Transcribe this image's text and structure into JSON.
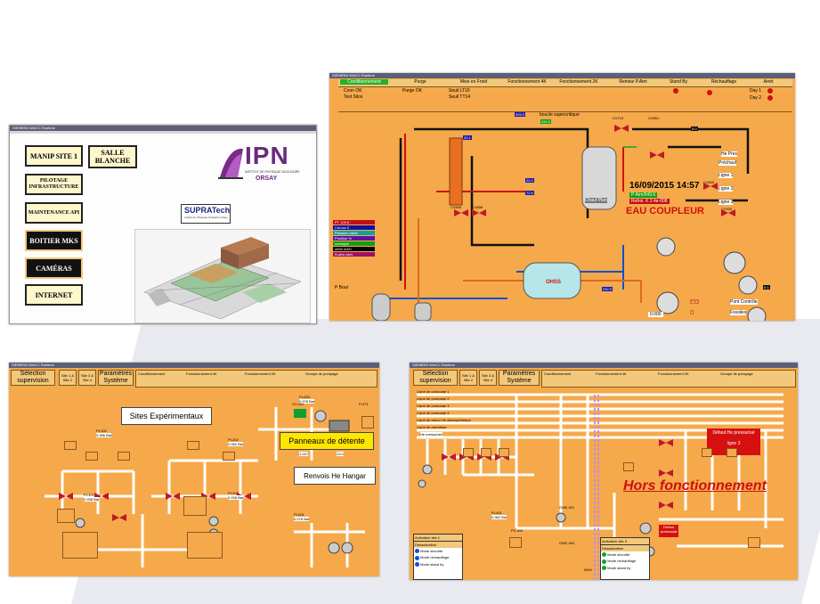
{
  "colors": {
    "panel": "#f6a94a",
    "header": "#f3c87a",
    "title_bar": "#5b5f78",
    "value_box": "#1a1aa8",
    "pipe": "#111111",
    "valve": "#c0182a",
    "hors": "#cc1111"
  },
  "screen_ipn": {
    "title": "SIEMENS WinCC Runtime",
    "nav": [
      "MANIP SITE 1",
      "SALLE BLANCHE",
      "PILOTAGE INFRASTRUCTURE",
      "MAINTENANCE API",
      "BOITIER MKS",
      "CAMÉRAS",
      "INTERNET"
    ],
    "ipn_logo": "IPN",
    "ipn_text": "INSTITUT DE PHYSIQUE NUCLÉAIRE",
    "orsay": "ORSAY",
    "supra": "SUPRATech",
    "supra_sub": "Institut de Physique Nucléaire Orsay"
  },
  "screen_coupleur": {
    "title": "SIEMENS WinCC Runtime",
    "headers": [
      "Conditionnement",
      "Purge",
      "Mise en Froid",
      "Fonctionnement 4K",
      "Fonctionnement 2K",
      "Remise P.Atm",
      "Stand By",
      "Réchauffage",
      "Arret"
    ],
    "left_labels": [
      "Conn OK",
      "Test Silos",
      "Purge OK",
      "Seuil LT10",
      "Seuil TT14"
    ],
    "legend": [
      "PT 100 K",
      "Cernox K",
      "Pression mbar",
      "Position %",
      "consigne",
      "debit m3/h",
      "N.abs mb/s"
    ],
    "date": "16/09/2015 14:57",
    "patm": "P Atm/949.6",
    "refbas": "Refroi. K 2.4e-008",
    "eau": "EAU COUPLEUR",
    "chauf": "Chauf Plan",
    "bouche": "boucle supercritique",
    "ohss": "OHSS",
    "lines": [
      "Ligne 1",
      "Ligne 2",
      "Ligne 3",
      "He Pres",
      "Préchauf"
    ],
    "valves": [
      "CV710",
      "CV801",
      "CV806",
      "CV808",
      "CV830",
      "CV920"
    ],
    "bottom_left": "P Bout",
    "bottom_val": "0.000",
    "right_labels": [
      "Pont Contrôle",
      "Fossiles"
    ],
    "values": [
      "11.5",
      "0",
      "925.9",
      "20.1",
      "22.0",
      "72.6",
      "0.0",
      "0.1",
      "950.5",
      "292.9"
    ],
    "day": [
      "Day 1",
      "Day 2"
    ]
  },
  "screen_sites": {
    "title": "SIEMENS WinCC Runtime",
    "btn_selection": "Sélection supervision",
    "btn_site12": "Site 1 & Site 2",
    "btn_site34": "Site 3 & Site 4",
    "btn_params": "Paramètres Système",
    "headers": [
      "Conditionnement",
      "Fonctionnement 4K",
      "Fonctionnement 2K",
      "Groupe de pompage"
    ],
    "sites_exp": "Sites Expérimentaux",
    "panneaux": "Panneaux de détente",
    "renvois": "Renvois He Hangar",
    "pressures": [
      "PI-102",
      "0.986 Bar",
      "PI-202",
      "0.952 Bar",
      "PI-203",
      "0.936 Bar",
      "PI-101",
      "0.938 Bar",
      "PI-025",
      "0.978 Bar",
      "1.027",
      "13.0",
      "PI-001",
      "0.078 Bar"
    ],
    "tags": [
      "CV-001",
      "P-071",
      "PI-901",
      "PI-851",
      "FI-003"
    ]
  },
  "screen_hors": {
    "title": "SIEMENS WinCC Runtime",
    "btn_selection": "Sélection supervision",
    "btn_site12": "Site 1 & Site 2",
    "btn_site34": "Site 3 & Site 4",
    "btn_params": "Paramètres Système",
    "headers": [
      "Conditionnement",
      "Fonctionnement 4K",
      "Fonctionnement 2K",
      "Groupe de pompage"
    ],
    "lines": [
      "Ligne de pompage 1",
      "Ligne de pompage 2",
      "Ligne de pompage 3",
      "Ligne de pompage 4",
      "Ligne de retour He atmosphérique",
      "Ligne de préréfrige",
      "He pressurisé"
    ],
    "hors": "Hors fonctionnement",
    "defaut": "Défaut He pressurisé",
    "ligne3": "ligne 3",
    "defaut2": "Défaut pressostat",
    "modes": [
      "Mode sécurité",
      "Mode réchauffage",
      "Mode stand by"
    ],
    "activation": "Activation site 1",
    "desact": "Désactivation",
    "activation3": "Activation site 3",
    "gauges": [
      "PI-401",
      "0.962 Bar",
      "GME-401",
      "Q",
      "M3",
      "PV-400",
      "GME-400",
      "M3/h"
    ]
  }
}
